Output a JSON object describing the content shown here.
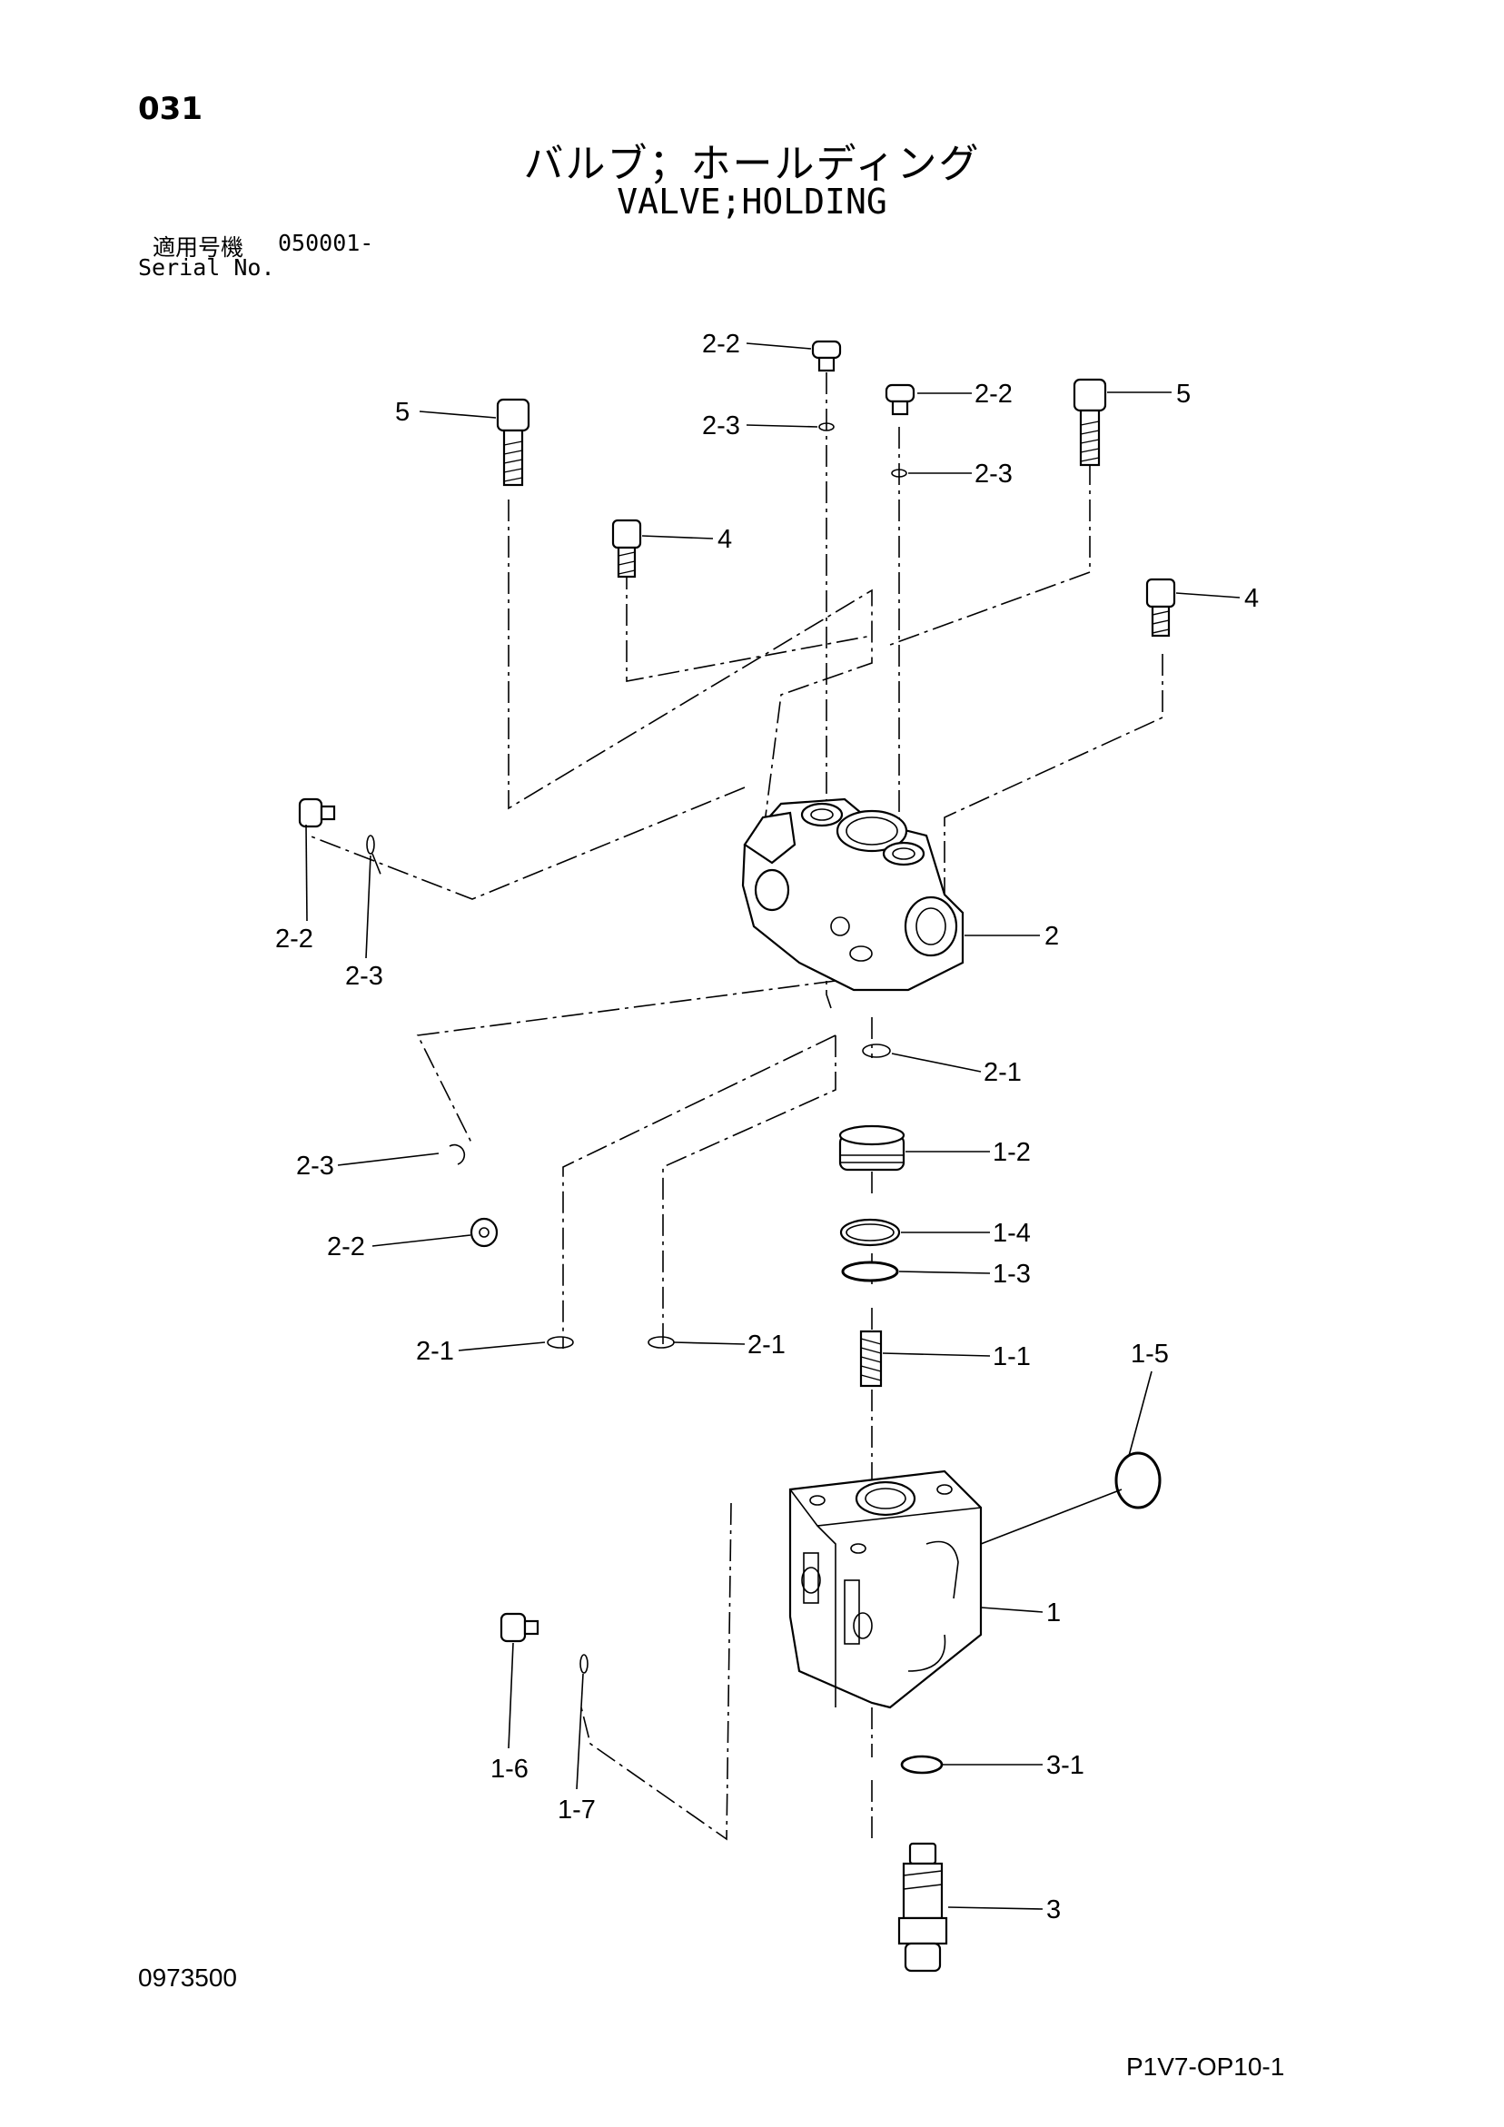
{
  "header": {
    "page_number": "031",
    "title_jp": "バルブ；ホールディング",
    "title_en": "VALVE;HOLDING",
    "serial_label_jp": "適用号機",
    "serial_value": "050001-",
    "serial_label_en": "Serial No."
  },
  "footer": {
    "document_number": "0973500",
    "drawing_code": "P1V7-OP10-1"
  },
  "callouts": {
    "c2_2_top": "2-2",
    "c2_3_top": "2-3",
    "c2_2_right": "2-2",
    "c2_3_right": "2-3",
    "c5_left": "5",
    "c5_right": "5",
    "c4_left": "4",
    "c4_right": "4",
    "c2": "2",
    "c2_2_side": "2-2",
    "c2_3_side": "2-3",
    "c2_1_center": "2-1",
    "c2_3_low": "2-3",
    "c2_2_low": "2-2",
    "c1_2": "1-2",
    "c1_4": "1-4",
    "c1_3": "1-3",
    "c2_1_left": "2-1",
    "c2_1_mid": "2-1",
    "c1_1": "1-1",
    "c1_5": "1-5",
    "c1": "1",
    "c1_6": "1-6",
    "c1_7": "1-7",
    "c3_1": "3-1",
    "c3": "3"
  }
}
